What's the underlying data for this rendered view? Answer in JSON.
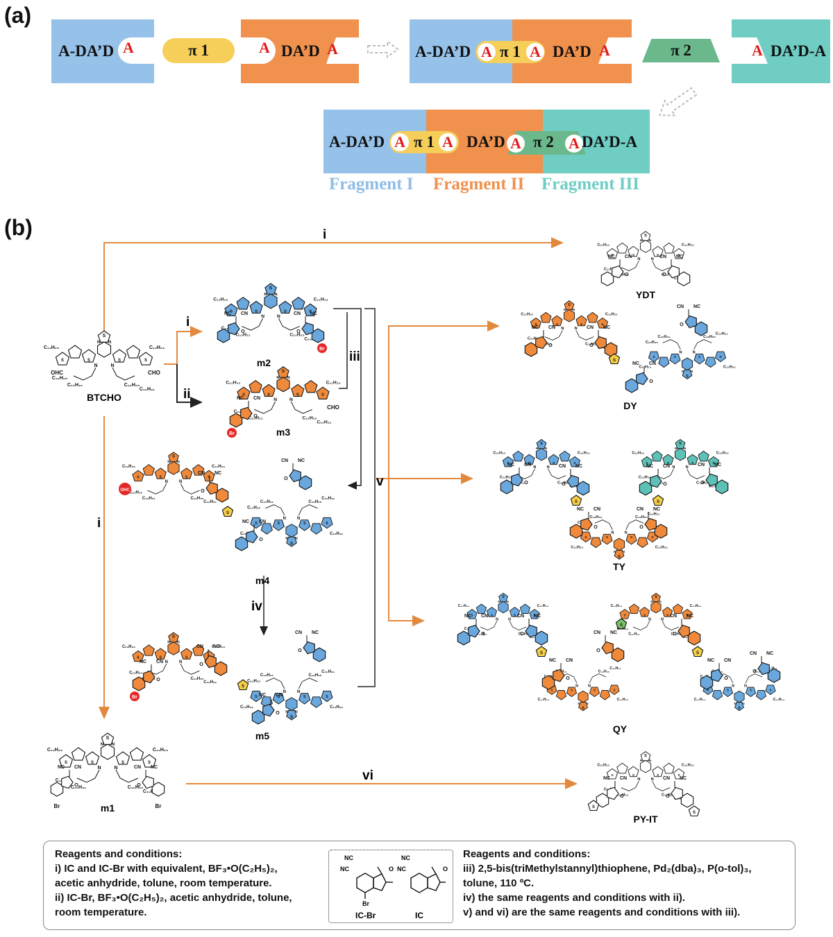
{
  "panel_a": {
    "label": "(a)",
    "blocks": {
      "b1": "A-DA’D",
      "pi1": "π 1",
      "b2": "DA’D",
      "b3a": "A-DA’D",
      "b3pi": "π 1",
      "b3b": "DA’D",
      "pi2": "π 2",
      "b4": "DA’D-A",
      "f1": "A-DA’D",
      "fpi1": "π 1",
      "f2": "DA’D",
      "fpi2": "π 2",
      "f3": "DA’D-A"
    },
    "acceptor_letter": "A",
    "fragments": [
      "Fragment I",
      "Fragment II",
      "Fragment III"
    ],
    "colors": {
      "blue": "#96c1e9",
      "orange": "#f0914d",
      "teal": "#6fcdc4",
      "yellow": "#f6cf5a",
      "green": "#6ab88b",
      "acceptor_red": "#e01b1b",
      "frag1": "#8fbde6",
      "frag2": "#f0914d",
      "frag3": "#6fcdc4"
    }
  },
  "panel_b": {
    "label": "(b)",
    "steps": {
      "i_top": "i",
      "i_m2": "i",
      "ii": "ii",
      "iii": "iii",
      "i_left": "i",
      "iv": "iv",
      "v": "v",
      "vi": "vi"
    },
    "molecules": {
      "btcho": "BTCHO",
      "m2": "m2",
      "m3": "m3",
      "m4": "m4",
      "m5": "m5",
      "m1": "m1",
      "ydt": "YDT",
      "dy": "DY",
      "ty": "TY",
      "qy": "QY",
      "pyit": "PY-IT"
    },
    "substituents": {
      "c11": "C₁₁H₂₃",
      "c12": "C₁₂H₂₅",
      "c10": "C₁₀H₂₁",
      "nc": "NC",
      "cn": "CN",
      "cho": "CHO",
      "ohc": "OHC",
      "br": "Br",
      "s": "S",
      "n": "N",
      "o": "O"
    },
    "colors": {
      "arrow_orange": "#e3893e",
      "core_blue": "#6aa7dc",
      "core_orange": "#ef8a3c",
      "core_teal": "#5ec1b8",
      "thiophene_yellow": "#f5cf47",
      "thiophene_green": "#7bc26b",
      "br_red": "#e42828"
    }
  },
  "conditions": {
    "left_title": "Reagents and conditions:",
    "left_lines": [
      "i) IC and IC-Br with equivalent, BF₃•O(C₂H₅)₂,",
      "acetic anhydride, tolune, room temperature.",
      "ii) IC-Br, BF₃•O(C₂H₅)₂, acetic anhydride, tolune,",
      "room temperature."
    ],
    "ic_labels": [
      "IC-Br",
      "IC"
    ],
    "right_title": "Reagents and conditions:",
    "right_lines": [
      "iii) 2,5-bis(triMethylstannyl)thiophene, Pd₂(dba)₃, P(o-tol)₃,",
      "tolune, 110 ºC.",
      "iv) the same reagents and conditions with ii).",
      "v) and vi)  are the same reagents and conditions with iii)."
    ]
  }
}
